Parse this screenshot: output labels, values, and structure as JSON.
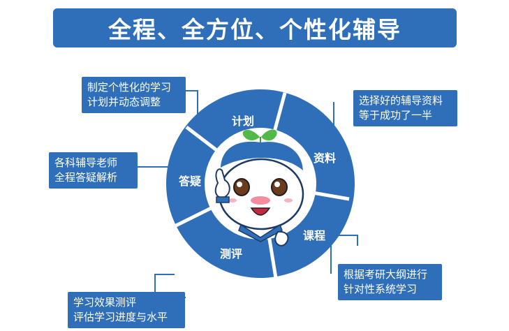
{
  "title": "全程、全方位、个性化辅导",
  "colors": {
    "primary": "#2f6fba",
    "divider": "#ffffff"
  },
  "segments": [
    {
      "label": "计划"
    },
    {
      "label": "资料"
    },
    {
      "label": "课程"
    },
    {
      "label": "测评"
    },
    {
      "label": "答疑"
    }
  ],
  "callouts": {
    "plan": {
      "line1": "制定个性化的学习",
      "line2": "计划并动态调整"
    },
    "materials": {
      "line1": "选择好的辅导资料",
      "line2": "等于成功了一半"
    },
    "qa": {
      "line1": "各科辅导老师",
      "line2": "全程答疑解析"
    },
    "course": {
      "line1": "根据考研大纲进行",
      "line2": "针对性系统学习"
    },
    "eval": {
      "line1": "学习效果测评",
      "line2": "评估学习进度与水平"
    }
  },
  "mascot": "smiling-dumpling-mascot-with-leaf-sprout"
}
